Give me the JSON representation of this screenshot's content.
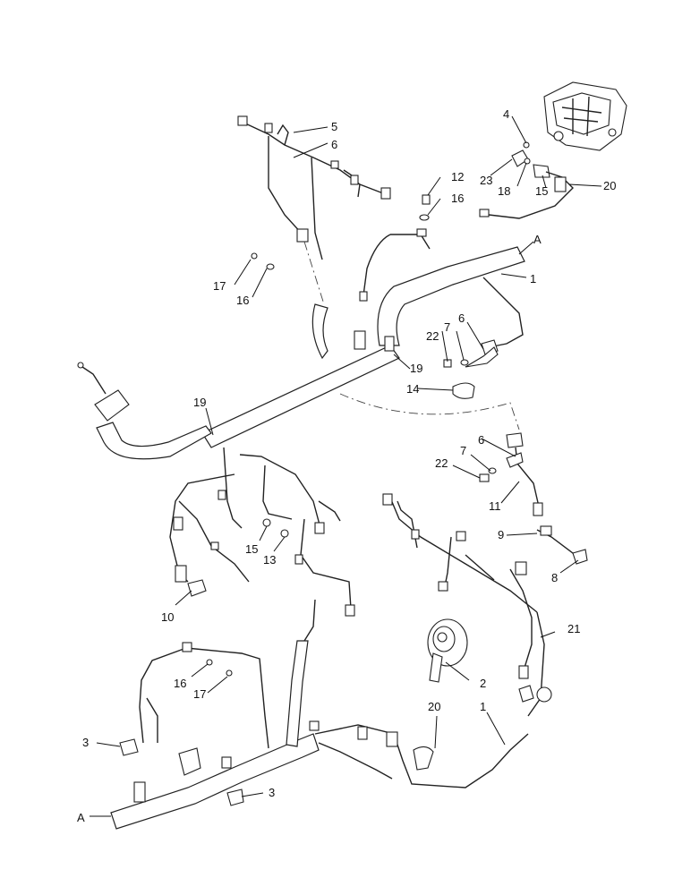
{
  "callouts": {
    "c1a": "1",
    "c1b": "1",
    "c2": "2",
    "c3a": "3",
    "c3b": "3",
    "c4": "4",
    "c5": "5",
    "c6a": "6",
    "c6b": "6",
    "c6c": "6",
    "c7a": "7",
    "c7b": "7",
    "c8": "8",
    "c9": "9",
    "c10": "10",
    "c11": "11",
    "c12": "12",
    "c13": "13",
    "c14": "14",
    "c15a": "15",
    "c15b": "15",
    "c16a": "16",
    "c16b": "16",
    "c16c": "16",
    "c17a": "17",
    "c17b": "17",
    "c18": "18",
    "c19a": "19",
    "c19b": "19",
    "c20a": "20",
    "c20b": "20",
    "c21": "21",
    "c22a": "22",
    "c22b": "22",
    "c23": "23",
    "cAa": "A",
    "cAb": "A"
  }
}
